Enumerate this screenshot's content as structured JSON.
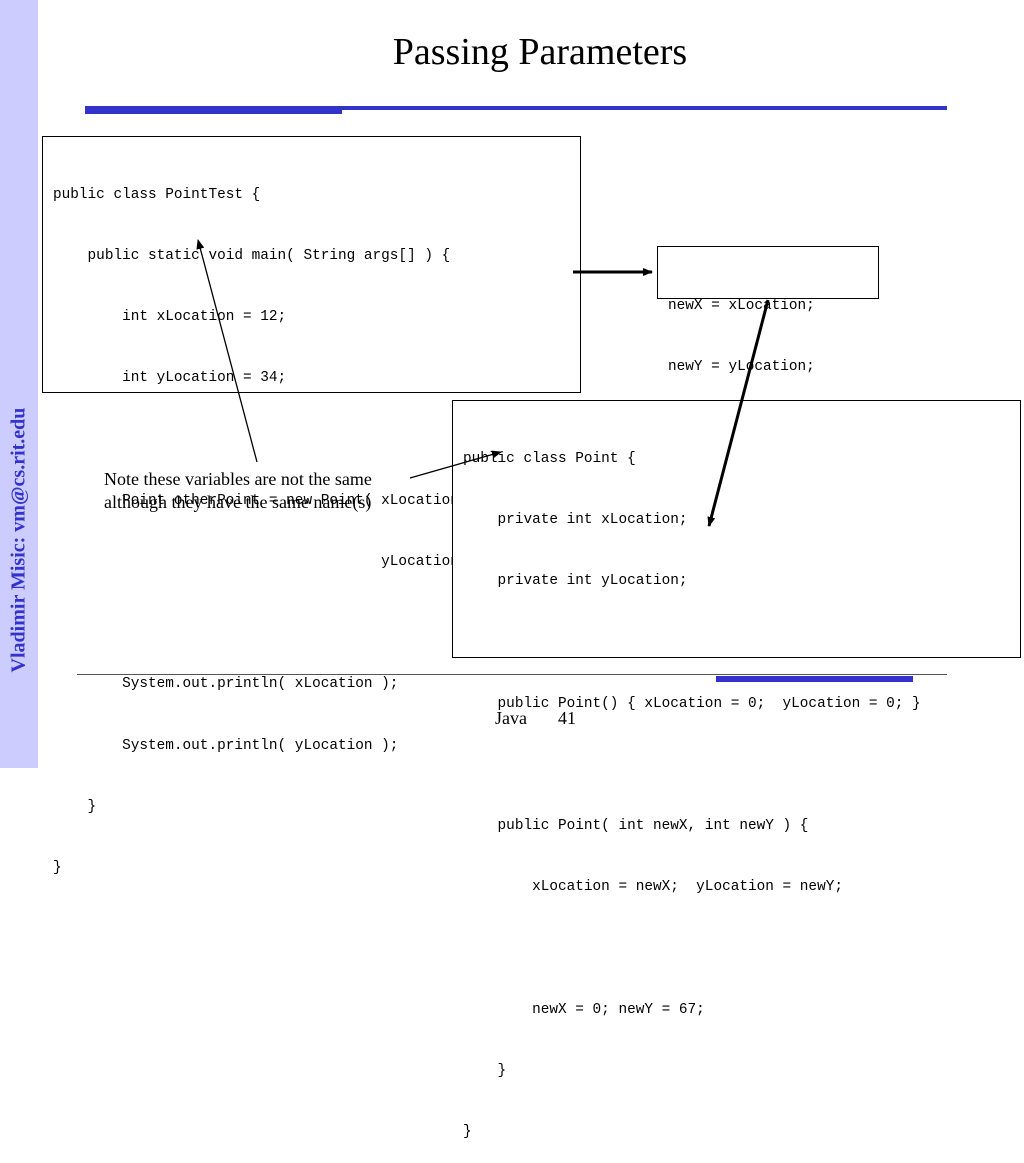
{
  "slide": {
    "title": "Passing Parameters",
    "sidebar_author": "Vladimir Misic: vm@cs.rit.edu",
    "note_lines": [
      "Note these variables are not the same",
      "although they have the same name(s)"
    ],
    "footer_label": "Java",
    "page_number": "41"
  },
  "code": {
    "point_test": [
      "public class PointTest {",
      "    public static void main( String args[] ) {",
      "        int xLocation = 12;",
      "        int yLocation = 34;",
      "",
      "        Point otherPoint = new Point( xLocation,",
      "                                      yLocation );",
      "",
      "        System.out.println( xLocation );",
      "        System.out.println( yLocation );",
      "    }",
      "}"
    ],
    "assignment": [
      "newX = xLocation;",
      "newY = yLocation;"
    ],
    "point": [
      "public class Point {",
      "    private int xLocation;",
      "    private int yLocation;",
      "",
      "    public Point() { xLocation = 0;  yLocation = 0; }",
      "",
      "    public Point( int newX, int newY ) {",
      "        xLocation = newX;  yLocation = newY;",
      "",
      "        newX = 0; newY = 67;",
      "    }",
      "}"
    ]
  },
  "colors": {
    "accent": "#3333cc",
    "sidebar": "#ccccff"
  }
}
